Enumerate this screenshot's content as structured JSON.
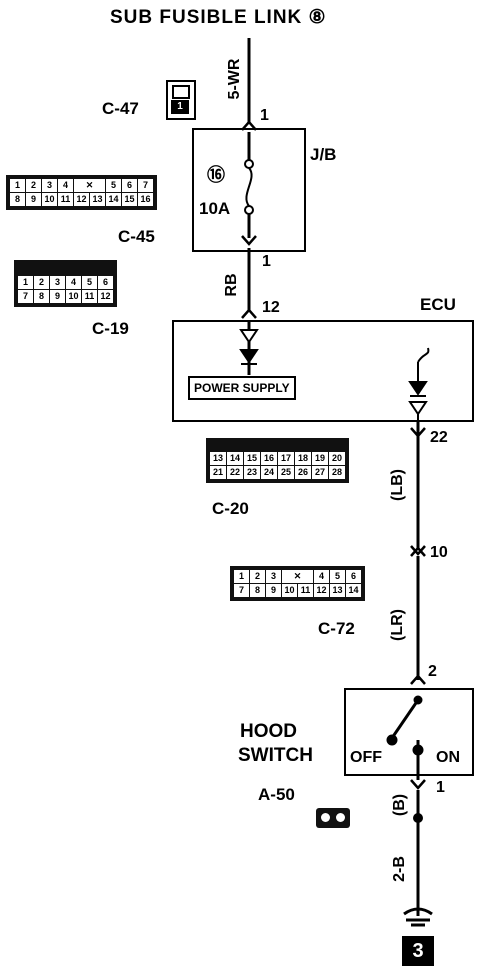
{
  "title": "SUB FUSIBLE LINK ⑧",
  "junction_block": {
    "label": "J/B",
    "fuse_number": "⑯",
    "fuse_rating": "10A",
    "pin_in": "1",
    "pin_out": "1"
  },
  "ecu": {
    "label": "ECU",
    "pin_in": "12",
    "pin_out": "22",
    "power_supply_label": "POWER SUPPLY"
  },
  "hood_switch": {
    "label_line1": "HOOD",
    "label_line2": "SWITCH",
    "off_label": "OFF",
    "on_label": "ON",
    "pin_in": "2",
    "pin_out": "1",
    "connector": "A-50"
  },
  "wires": {
    "w1": "5-WR",
    "w2": "RB",
    "w3": "(LB)",
    "w4": "(LR)",
    "w5": "(B)",
    "w6": "2-B"
  },
  "connectors": {
    "c47": {
      "name": "C-47",
      "pins": [
        "1"
      ]
    },
    "c45": {
      "name": "C-45",
      "row1": [
        "1",
        "2",
        "3",
        "4",
        "",
        "5",
        "6",
        "7"
      ],
      "row2": [
        "8",
        "9",
        "10",
        "11",
        "12",
        "13",
        "14",
        "15",
        "16"
      ]
    },
    "c19": {
      "name": "C-19",
      "row1": [
        "1",
        "2",
        "3",
        "4",
        "5",
        "6"
      ],
      "row2": [
        "7",
        "8",
        "9",
        "10",
        "11",
        "12"
      ]
    },
    "c20": {
      "name": "C-20",
      "row1": [
        "13",
        "14",
        "15",
        "16",
        "",
        "17",
        "18",
        "19",
        "20"
      ],
      "row2": [
        "21",
        "22",
        "23",
        "24",
        "25",
        "26",
        "27",
        "28"
      ]
    },
    "c72": {
      "name": "C-72",
      "row1": [
        "1",
        "2",
        "3",
        "",
        "4",
        "5",
        "6"
      ],
      "row2": [
        "7",
        "8",
        "9",
        "10",
        "11",
        "12",
        "13",
        "14"
      ]
    }
  },
  "intermediate_pin": "10",
  "ground": "3"
}
